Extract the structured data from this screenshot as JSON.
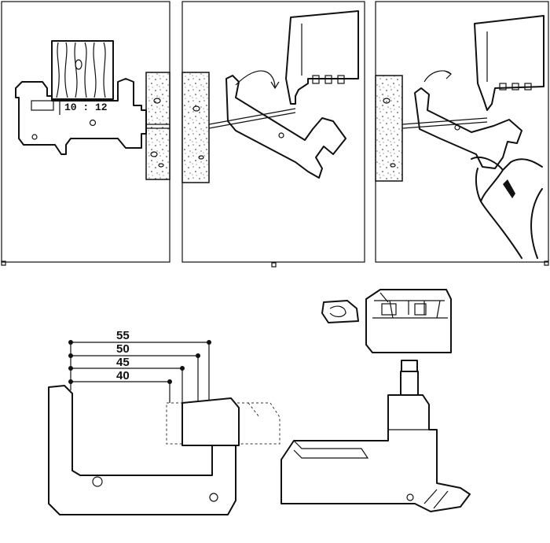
{
  "panel1": {
    "range_label": "10 : 12"
  },
  "dimensions": [
    "55",
    "50",
    "45",
    "40"
  ]
}
